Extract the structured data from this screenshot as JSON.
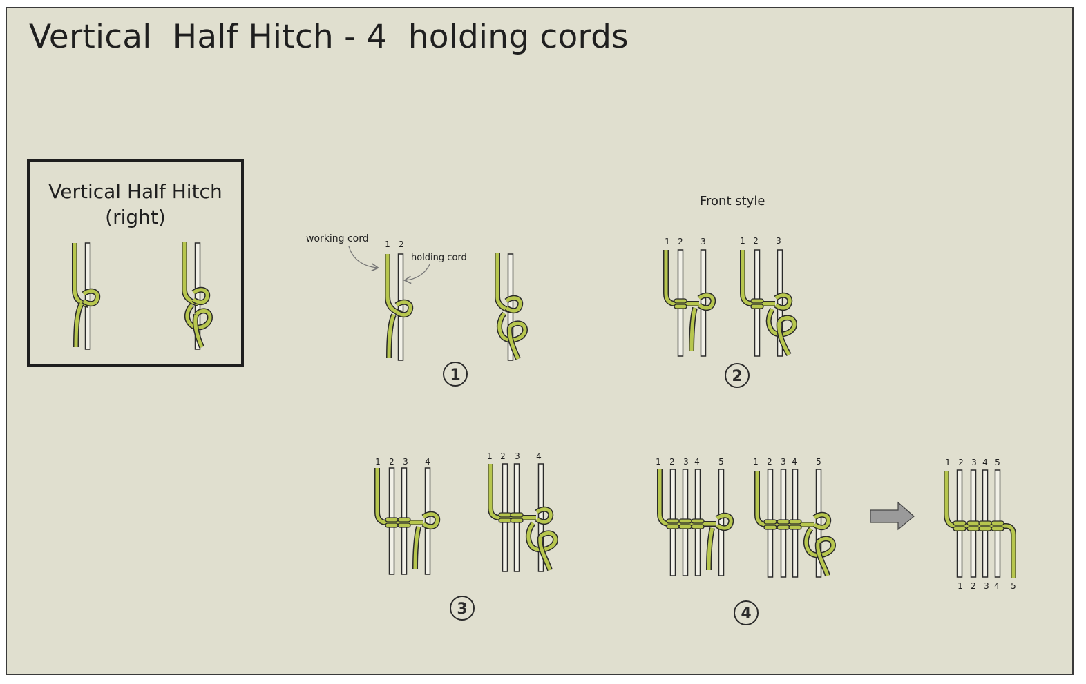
{
  "title": "Vertical  Half Hitch - 4  holding cords",
  "legend": {
    "title": "Vertical  Half Hitch\n(right)"
  },
  "labels": {
    "front_style": "Front style",
    "working_cord": "working cord",
    "holding_cord": "holding cord"
  },
  "steps": [
    "1",
    "2",
    "3",
    "4"
  ],
  "cord_numbers": {
    "step1": [
      "1",
      "2"
    ],
    "step2a": [
      "1",
      "2",
      "3"
    ],
    "step2b": [
      "1",
      "2",
      "3"
    ],
    "step3a": [
      "1",
      "2",
      "3",
      "4"
    ],
    "step3b": [
      "1",
      "2",
      "3",
      "4"
    ],
    "step4a": [
      "1",
      "2",
      "3",
      "4",
      "5"
    ],
    "step4b": [
      "1",
      "2",
      "3",
      "4",
      "5"
    ],
    "result_top": [
      "1",
      "2",
      "3",
      "4",
      "5"
    ],
    "result_bottom": [
      "1",
      "2",
      "3",
      "4",
      "5"
    ]
  },
  "colors": {
    "background": "#e0dfcf",
    "working_cord": "#b7c64e",
    "holding_cord": "#f2f1e8",
    "outline": "#2a2a2a",
    "arrow": "#9a9a9a"
  }
}
